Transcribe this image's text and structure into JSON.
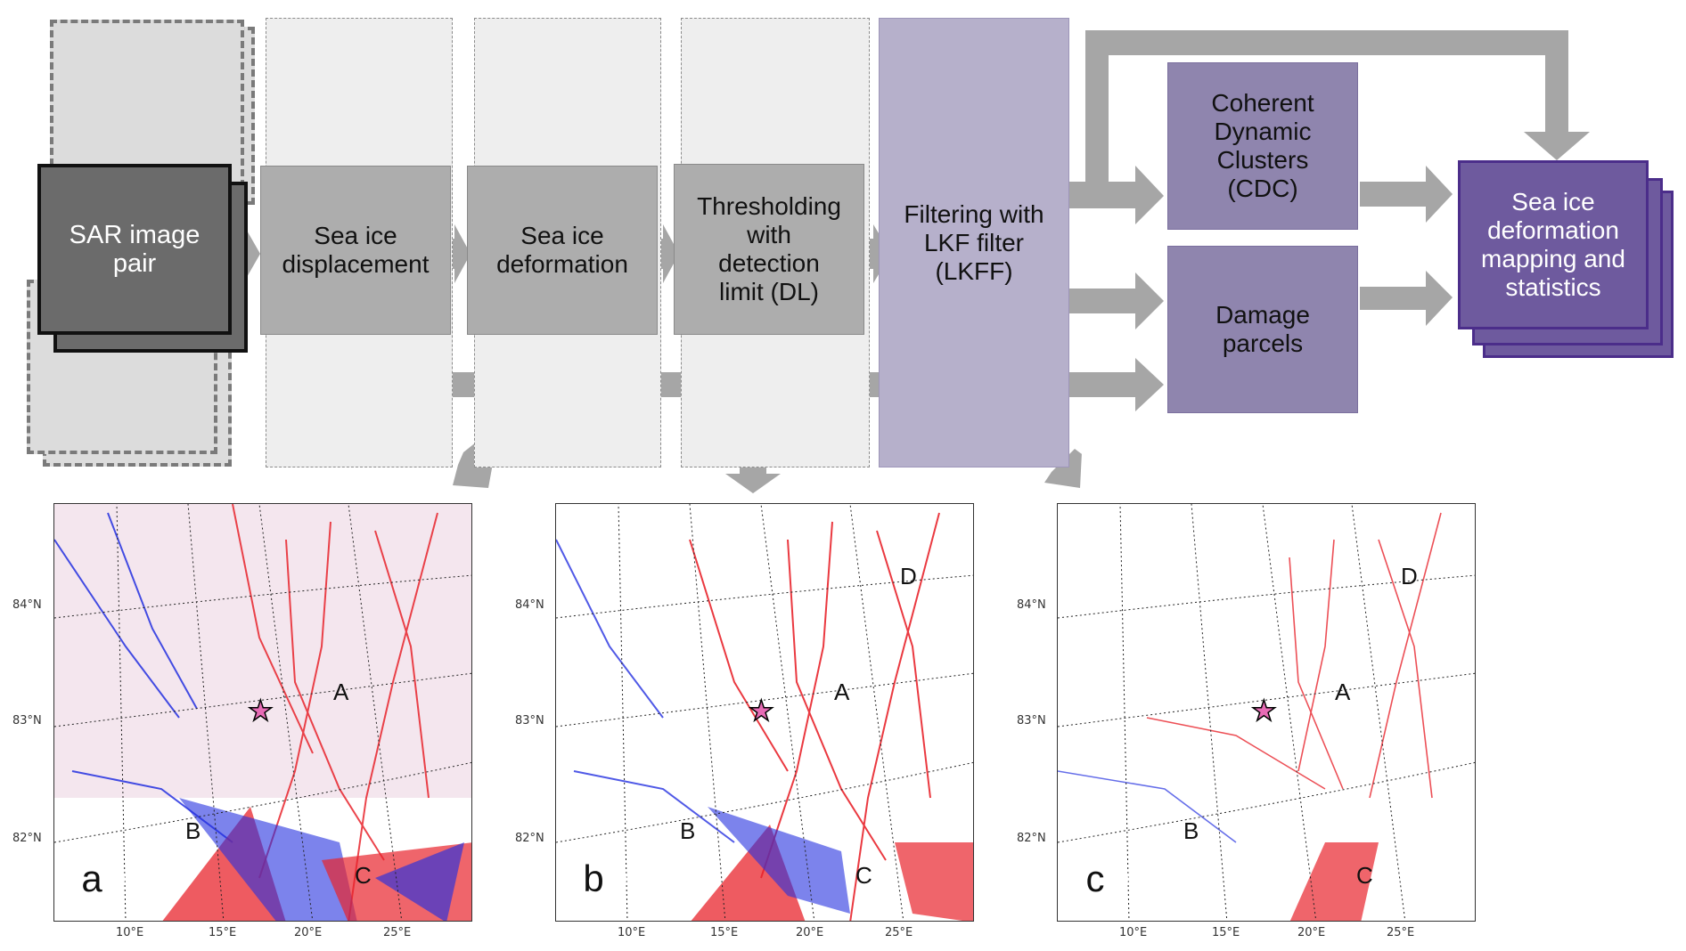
{
  "flow": {
    "sar": "SAR image\npair",
    "displacement": "Sea ice\ndisplacement",
    "deformation": "Sea ice\ndeformation",
    "threshold": "Thresholding\nwith\ndetection\nlimit (DL)",
    "lkff": "Filtering with\nLKF filter\n(LKFF)",
    "cdc": "Coherent\nDynamic\nClusters\n(CDC)",
    "damage": "Damage\nparcels",
    "output": "Sea ice\ndeformation\nmapping and\nstatistics"
  },
  "colors": {
    "arrow": "#a6a6a6",
    "grey_box": "#adadad",
    "purple_box": "#8f85ae",
    "lkff_box": "#b6b0cb",
    "output_box": "#6e5a9e",
    "divergence_red": "#e8242c",
    "convergence_blue": "#2430e0",
    "star": "#e76bb5"
  },
  "maps": {
    "panels": [
      {
        "id": "a",
        "badge": "a",
        "point_labels": [
          "A",
          "B",
          "C"
        ]
      },
      {
        "id": "b",
        "badge": "b",
        "point_labels": [
          "A",
          "B",
          "C",
          "D"
        ]
      },
      {
        "id": "c",
        "badge": "c",
        "point_labels": [
          "A",
          "B",
          "C",
          "D"
        ]
      }
    ],
    "lat_labels": [
      "84°N",
      "83°N",
      "82°N"
    ],
    "lon_labels": [
      "10°E",
      "15°E",
      "20°E",
      "25°E"
    ],
    "marker": "star-icon"
  }
}
